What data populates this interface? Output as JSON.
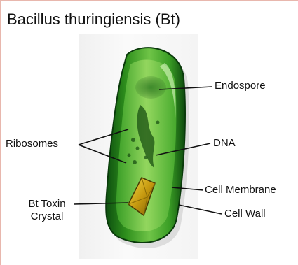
{
  "title": "Bacillus thuringiensis (Bt)",
  "labels": {
    "endospore": "Endospore",
    "ribosomes": "Ribosomes",
    "dna": "DNA",
    "cell_membrane": "Cell Membrane",
    "bt_toxin_line1": "Bt Toxin",
    "bt_toxin_line2": "Crystal",
    "cell_wall": "Cell Wall"
  },
  "colors": {
    "cell_dark": "#0f5e12",
    "cell_mid": "#2f9a1f",
    "cell_light": "#8fd65a",
    "crystal": "#d8b31a",
    "frame": "#e8b7ad"
  }
}
